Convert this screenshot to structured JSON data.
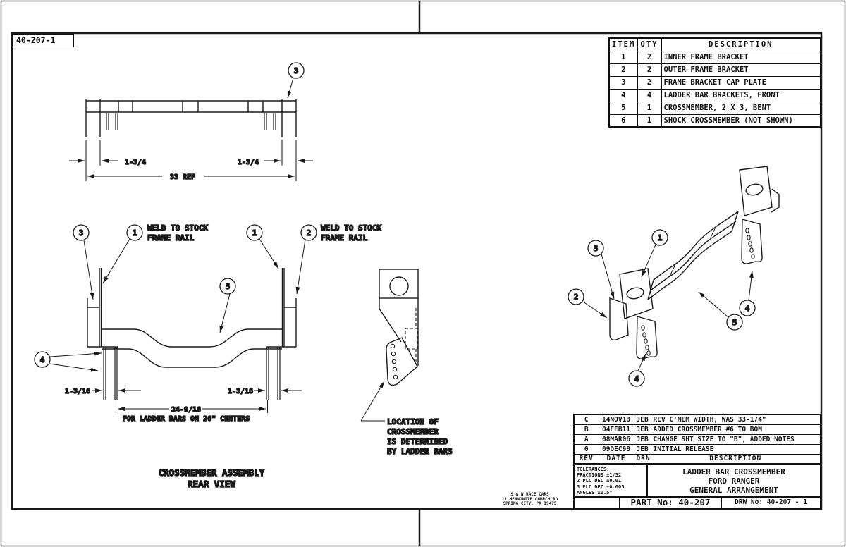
{
  "sheet": {
    "drawing_number": "40-207-1",
    "part_no": "PART No: 40-207",
    "drw_no": "DRW No: 40-207 - 1"
  },
  "bom": {
    "headers": [
      "ITEM",
      "QTY",
      "DESCRIPTION"
    ],
    "rows": [
      [
        "1",
        "2",
        "INNER FRAME BRACKET"
      ],
      [
        "2",
        "2",
        "OUTER FRAME BRACKET"
      ],
      [
        "3",
        "2",
        "FRAME BRACKET CAP PLATE"
      ],
      [
        "4",
        "4",
        "LADDER BAR BRACKETS, FRONT"
      ],
      [
        "5",
        "1",
        "CROSSMEMBER, 2 X 3, BENT"
      ],
      [
        "6",
        "1",
        "SHOCK CROSSMEMBER (NOT SHOWN)"
      ]
    ]
  },
  "revisions": {
    "headers": [
      "REV",
      "DATE",
      "DRN",
      "DESCRIPTION"
    ],
    "rows": [
      [
        "C",
        "14NOV13",
        "JEB",
        "REV C'MEM WIDTH, WAS 33-1/4\""
      ],
      [
        "B",
        "04FEB11",
        "JEB",
        "ADDED CROSSMEMBER #6 TO BOM"
      ],
      [
        "A",
        "08MAR06",
        "JEB",
        "CHANGE SHT SIZE TO \"B\", ADDED NOTES"
      ],
      [
        "0",
        "09DEC98",
        "JEB",
        "INITIAL RELEASE"
      ]
    ]
  },
  "tolerances": {
    "line1": "TOLERANCES:",
    "line2": "FRACTIONS ±1/32",
    "line3": "2 PLC DEC ±0.01",
    "line4": "3 PLC DEC ±0.005",
    "line5": "ANGLES ±0.5°"
  },
  "title_block": {
    "title1": "LADDER BAR CROSSMEMBER",
    "title2": "FORD RANGER",
    "title3": "GENERAL ARRANGEMENT"
  },
  "company": {
    "line1": "S & W RACE CARS",
    "line2": "11 MENNONITE CHURCH RD",
    "line3": "SPRING CITY, PA 19475"
  },
  "balloons": {
    "1": "1",
    "2": "2",
    "3": "3",
    "4": "4",
    "5": "5"
  },
  "top_view": {
    "dim_flange": "1-3/4",
    "dim_overall": "33 REF"
  },
  "rear_view": {
    "caption1": "CROSSMEMBER ASSEMBLY",
    "caption2": "REAR VIEW",
    "weld_note1": "WELD TO STOCK",
    "weld_note2": "FRAME RAIL",
    "dim_tab": "1-3/16",
    "dim_centers": "24-9/16",
    "dim_centers_note": "FOR LADDER BARS ON 26\" CENTERS"
  },
  "detail": {
    "note1": "LOCATION OF",
    "note2": "CROSSMEMBER",
    "note3": "IS DETERMINED",
    "note4": "BY LADDER BARS"
  }
}
